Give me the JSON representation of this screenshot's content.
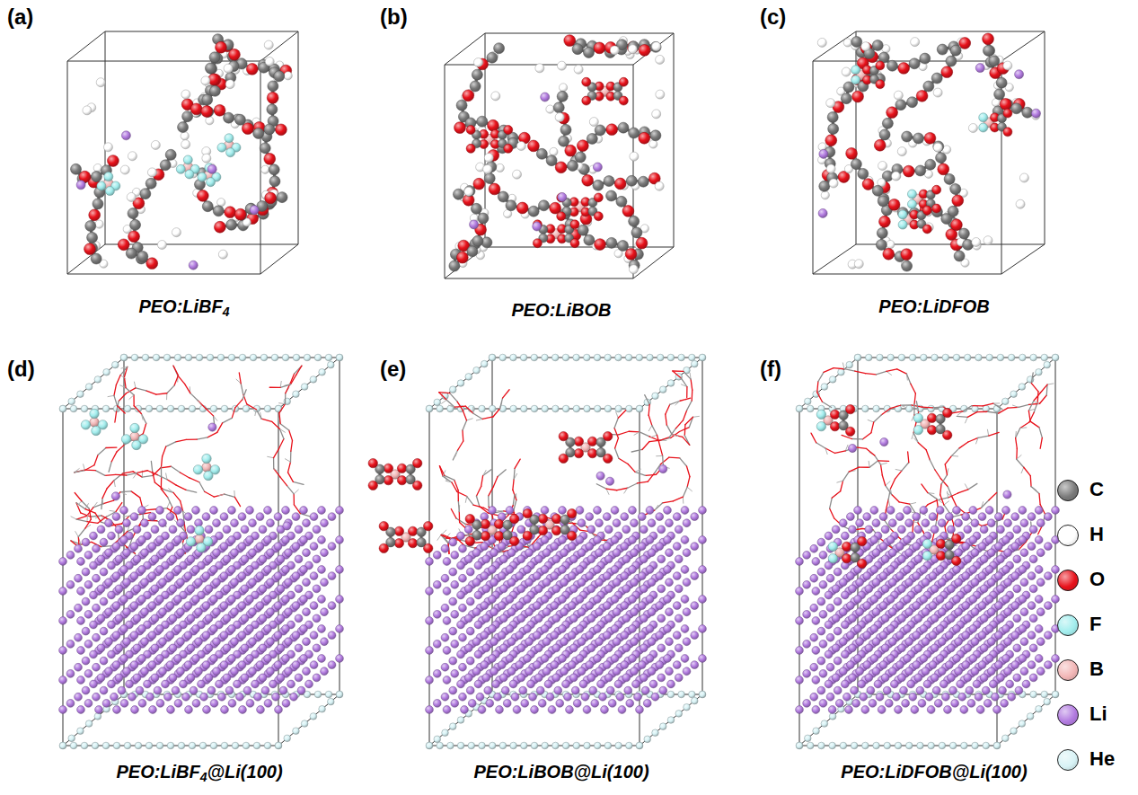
{
  "diagram": {
    "labels": [
      "(a)",
      "(b)",
      "(c)",
      "(d)",
      "(e)",
      "(f)",
      "PEO:LiBF4",
      "PEO:LiBOB",
      "PEO:LiDFOB",
      "PEO:LiBF4@Li(100)",
      "PEO:LiBOB@Li(100)",
      "PEO:LiDFOB@Li(100)"
    ],
    "legend": [
      {
        "text": "C",
        "color": "#7a7a7a"
      },
      {
        "text": "H",
        "color": "#ffffff"
      },
      {
        "text": "O",
        "color": "#e8121b"
      },
      {
        "text": "F",
        "color": "#a3eeee"
      },
      {
        "text": "B",
        "color": "#f2b6b6"
      },
      {
        "text": "Li",
        "color": "#b27be0"
      },
      {
        "text": "He",
        "color": "#d8f3f6"
      }
    ]
  }
}
